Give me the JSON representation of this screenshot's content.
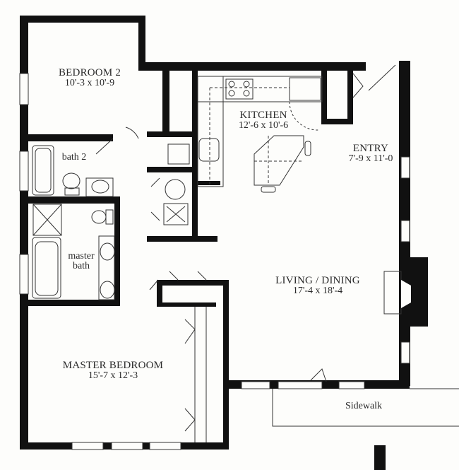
{
  "plan": {
    "type": "apartment floor plan",
    "rooms": [
      {
        "id": "bedroom-2",
        "name": "BEDROOM 2",
        "dimensions": "10'-3 x 10'-9"
      },
      {
        "id": "kitchen",
        "name": "KITCHEN",
        "dimensions": "12'-6 x 10'-6"
      },
      {
        "id": "entry",
        "name": "ENTRY",
        "dimensions": "7'-9 x 11'-0"
      },
      {
        "id": "bath-2",
        "name": "bath 2",
        "dimensions": ""
      },
      {
        "id": "master-bath",
        "name": "master",
        "name2": "bath",
        "dimensions": ""
      },
      {
        "id": "living-dining",
        "name": "LIVING / DINING",
        "dimensions": "17'-4 x 18'-4"
      },
      {
        "id": "master-bedroom",
        "name": "MASTER BEDROOM",
        "dimensions": "15'-7 x 12'-3"
      }
    ],
    "exterior": {
      "sidewalk": "Sidewalk"
    },
    "colors": {
      "wall": "#111111",
      "line": "#333333",
      "background": "#fdfdfb"
    }
  }
}
